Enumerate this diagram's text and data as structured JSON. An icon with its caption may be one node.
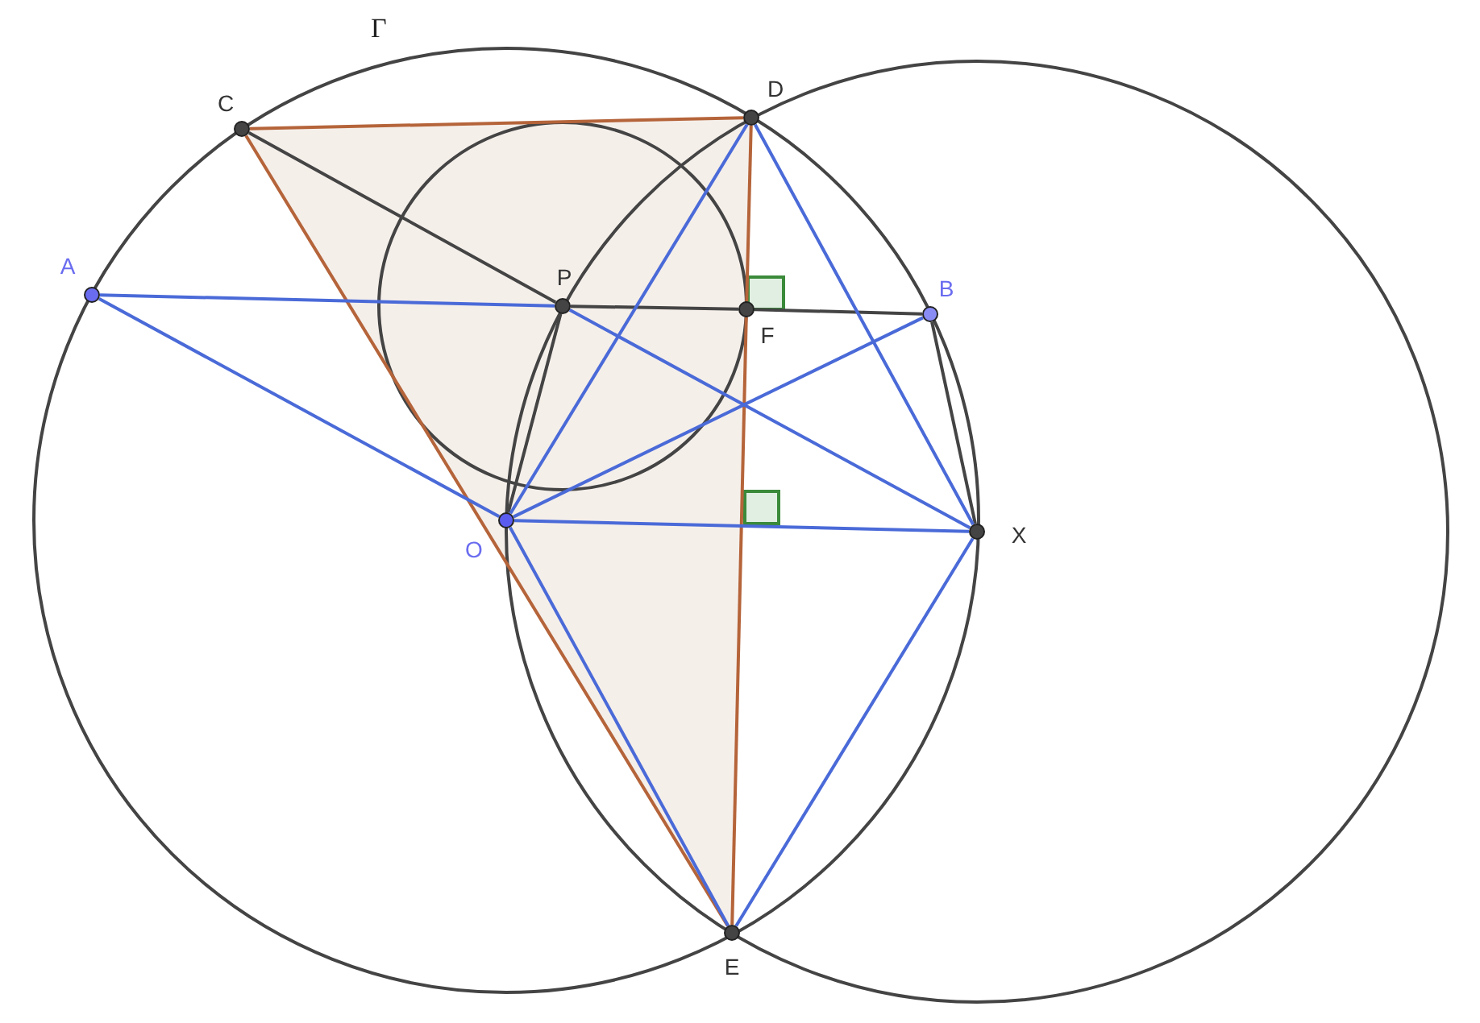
{
  "diagram": {
    "nodes": [
      {
        "text": [],
        "shape": "circle",
        "beside": [
          "C"
        ]
      },
      {
        "text": [],
        "shape": "circle",
        "beside": [
          "D"
        ]
      },
      {
        "text": [],
        "shape": "circle",
        "beside": [
          "A"
        ]
      },
      {
        "text": [],
        "shape": "circle",
        "beside": [
          "P"
        ]
      },
      {
        "text": [],
        "shape": "circle",
        "beside": [
          "F"
        ]
      },
      {
        "text": [],
        "shape": "circle",
        "beside": [
          "B"
        ]
      },
      {
        "text": [],
        "shape": "circle",
        "beside": [
          "O"
        ]
      },
      {
        "text": [],
        "shape": "circle",
        "beside": [
          "X"
        ]
      },
      {
        "text": [],
        "shape": "circle",
        "beside": [
          "E"
        ]
      }
    ],
    "edges": [
      {
        "from": 0,
        "to": 1,
        "arrow": "none",
        "color": "#b5643a"
      },
      {
        "from": 1,
        "to": 4,
        "arrow": "none",
        "color": "#b5643a"
      },
      {
        "from": 4,
        "to": 8,
        "arrow": "none",
        "color": "#b5643a"
      },
      {
        "from": 0,
        "to": 8,
        "arrow": "none",
        "color": "#b5643a"
      },
      {
        "from": 0,
        "to": 3,
        "arrow": "none",
        "color": "#444444"
      },
      {
        "from": 3,
        "to": 4,
        "arrow": "none",
        "color": "#444444"
      },
      {
        "from": 4,
        "to": 5,
        "arrow": "none",
        "color": "#444444"
      },
      {
        "from": 5,
        "to": 7,
        "arrow": "none",
        "color": "#444444"
      },
      {
        "from": 3,
        "to": 6,
        "arrow": "none",
        "color": "#444444"
      },
      {
        "from": 2,
        "to": 3,
        "arrow": "none"
      },
      {
        "from": 2,
        "to": 6,
        "arrow": "none"
      },
      {
        "from": 3,
        "to": 7,
        "arrow": "none"
      },
      {
        "from": 1,
        "to": 6,
        "arrow": "none"
      },
      {
        "from": 1,
        "to": 7,
        "arrow": "none"
      },
      {
        "from": 6,
        "to": 5,
        "arrow": "none"
      },
      {
        "from": 6,
        "to": 7,
        "arrow": "none"
      },
      {
        "from": 6,
        "to": 8,
        "arrow": "none"
      },
      {
        "from": 8,
        "to": 7,
        "arrow": "none"
      }
    ],
    "labels": [
      "Γ"
    ]
  }
}
